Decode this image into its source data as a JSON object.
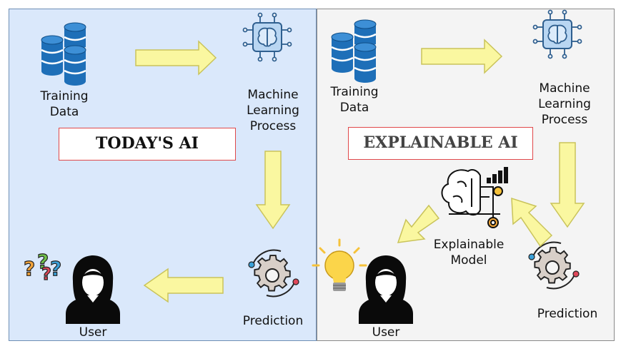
{
  "left": {
    "title": "TODAY'S AI",
    "training_data": "Training\nData",
    "ml_process": "Machine\nLearning\nProcess",
    "prediction": "Prediction",
    "user": "User"
  },
  "right": {
    "title": "EXPLAINABLE AI",
    "training_data": "Training\nData",
    "ml_process": "Machine\nLearning\nProcess",
    "explainable_model": "Explainable\nModel",
    "prediction": "Prediction",
    "user": "User"
  },
  "colors": {
    "left_bg": "#dae8fb",
    "right_bg": "#f4f4f4",
    "arrow_fill": "#faf7a0",
    "arrow_stroke": "#c9c35a",
    "db_blue": "#1e6fb8",
    "title_border": "#e0484a"
  },
  "icons": [
    "database-icon",
    "brain-chip-icon",
    "gear-icon",
    "user-icon",
    "question-marks-icon",
    "lightbulb-icon",
    "brain-chart-icon"
  ]
}
